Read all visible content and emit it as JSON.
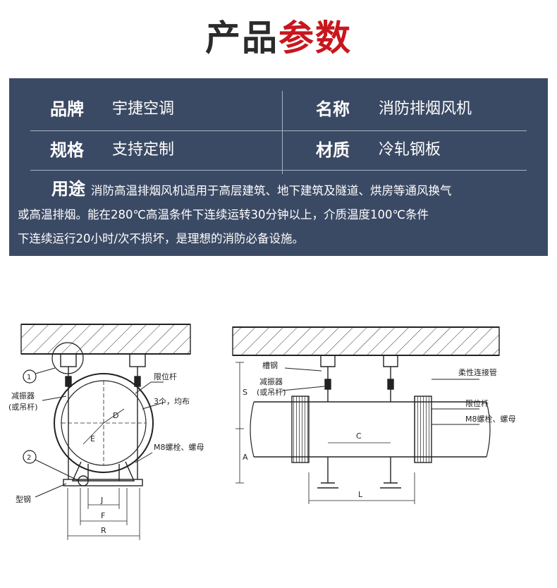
{
  "header": {
    "title_part1": "产品",
    "title_part2": "参数"
  },
  "specs": {
    "rows": [
      {
        "left_label": "品牌",
        "left_value": "宇捷空调",
        "right_label": "名称",
        "right_value": "消防排烟风机"
      },
      {
        "left_label": "规格",
        "left_value": "支持定制",
        "right_label": "材质",
        "right_value": "冷轧钢板"
      }
    ],
    "usage_label": "用途",
    "usage_lines": [
      "消防高温排烟风机适用于高层建筑、地下建筑及隧道、烘房等通风换气",
      "或高温排烟。能在280℃高温条件下连续运转30分钟以上，介质温度100℃条件",
      "下连续运行20小时/次不损坏，是理想的消防必备设施。"
    ]
  },
  "colors": {
    "panel_bg": "#3b4a64",
    "title_dark": "#2b2b2b",
    "title_red": "#c8161d"
  },
  "drawing_left": {
    "callout_1": "1",
    "callout_2": "2",
    "label_damper_1": "减振器",
    "label_damper_2": "(或吊杆)",
    "label_limit_rod": "限位杆",
    "label_count": "3个，均布",
    "label_bolt": "M8螺栓、螺母",
    "label_steel": "型钢",
    "dim_J": "J",
    "dim_F": "F",
    "dim_R": "R",
    "dim_E": "E",
    "dim_D": "D"
  },
  "drawing_right": {
    "label_channel": "槽钢",
    "label_damper_1": "减振器",
    "label_damper_2": "(或吊杆)",
    "label_flex_pipe": "柔性连接管",
    "label_limit_rod": "限位杆",
    "label_bolt": "M8螺栓、螺母",
    "dim_S": "S",
    "dim_A": "A",
    "dim_C": "C",
    "dim_L": "L"
  }
}
